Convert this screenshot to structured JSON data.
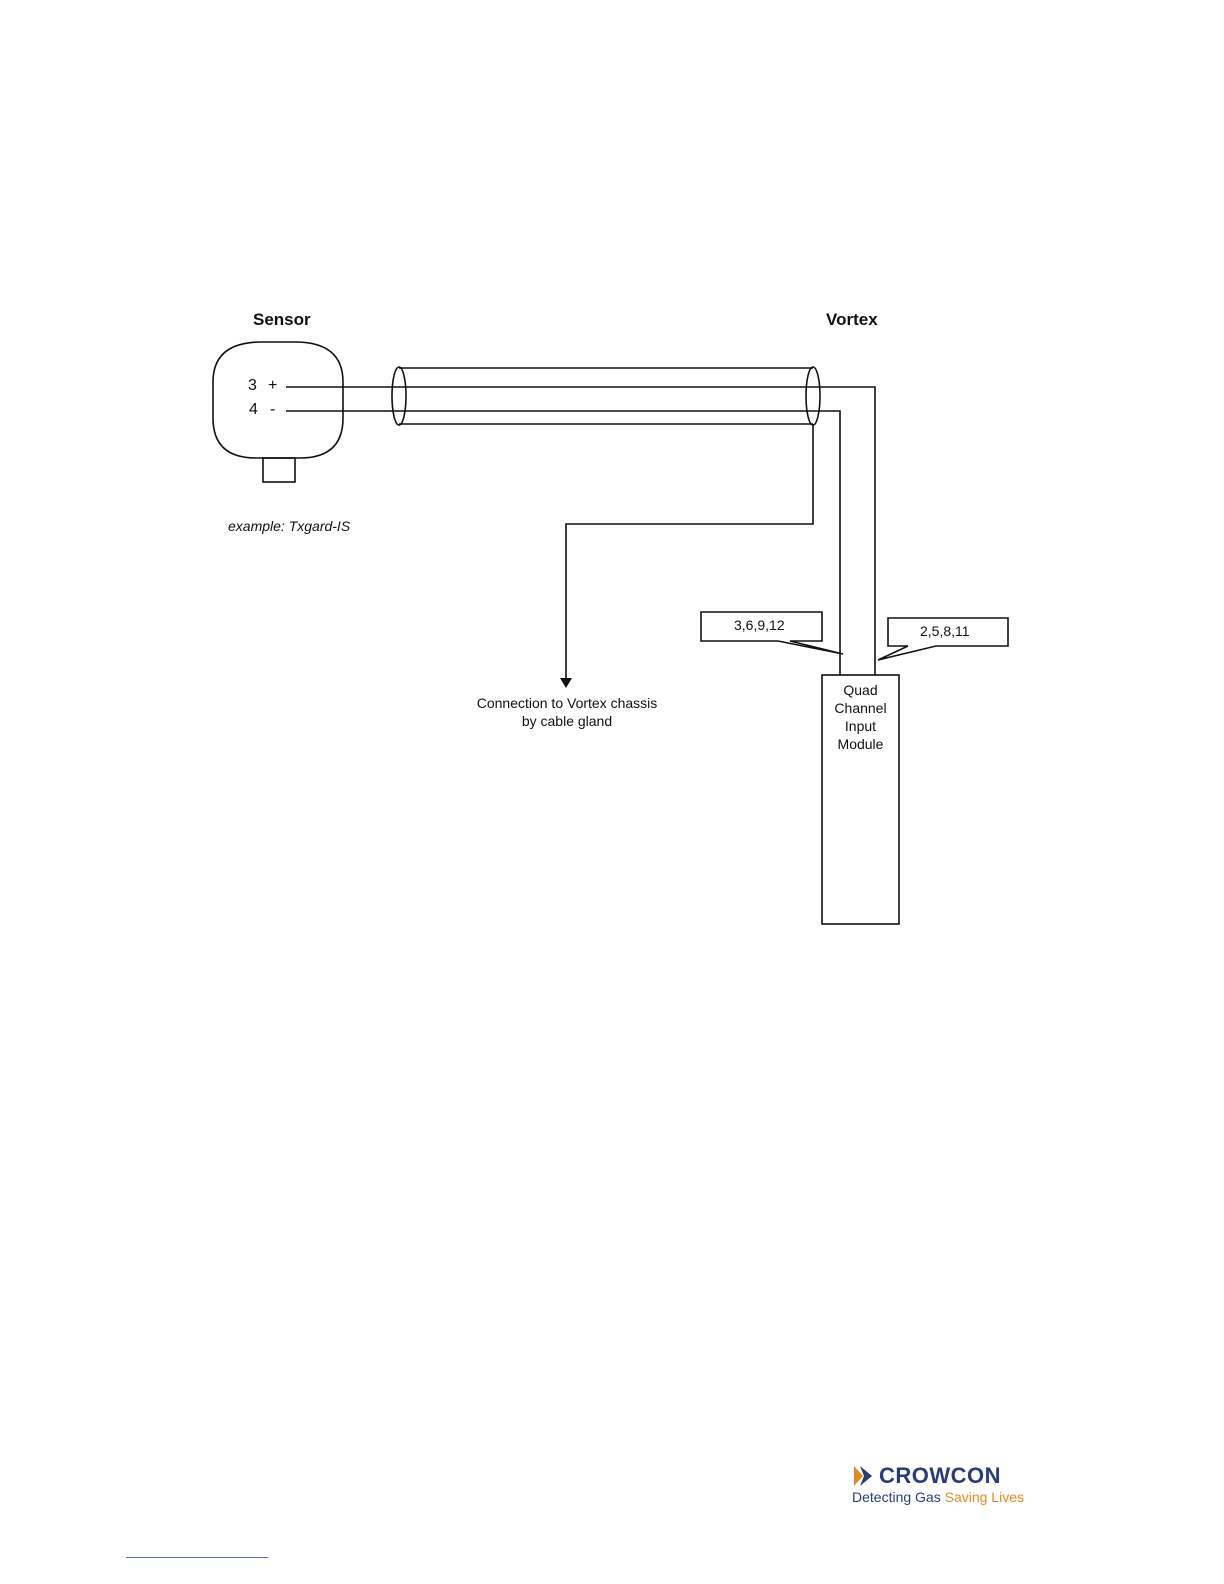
{
  "diagram": {
    "sensor_heading": "Sensor",
    "vortex_heading": "Vortex",
    "pin_positive_number": "3",
    "pin_positive_sign": "+",
    "pin_negative_number": "4",
    "pin_negative_sign": "-",
    "example_caption": "example: Txgard-IS",
    "chassis_connection_line1": "Connection to Vortex chassis",
    "chassis_connection_line2": "by cable gland",
    "callout_negative_terminals": "3,6,9,12",
    "callout_positive_terminals": "2,5,8,11",
    "module_line1": "Quad",
    "module_line2": "Channel",
    "module_line3": "Input",
    "module_line4": "Module"
  },
  "footer": {
    "brand": "CROWCON",
    "tagline_part1": "Detecting Gas",
    "tagline_part2": "Saving Lives",
    "colors": {
      "brand_blue": "#2a3c7a",
      "brand_orange": "#e38a1c"
    }
  }
}
